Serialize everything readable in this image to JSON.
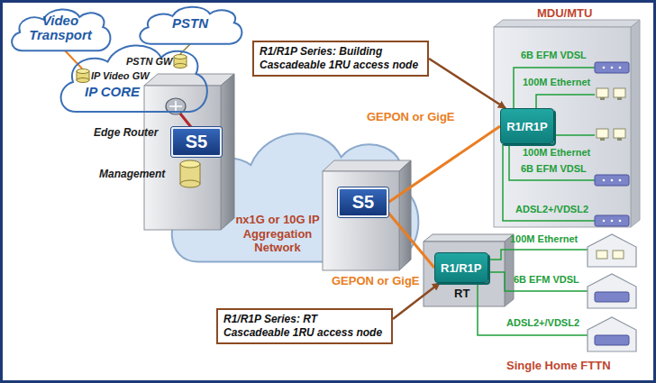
{
  "diagram": {
    "nodes": [
      {
        "text": [
          "Video Transport"
        ]
      },
      {
        "text": [
          "PSTN"
        ]
      },
      {
        "text": [
          "IP CORE"
        ]
      },
      {
        "text": [
          "S5"
        ]
      },
      {
        "text": [
          "S5"
        ]
      },
      {
        "text": [
          "R1/R1P Series: Building Cascadeable 1RU access node"
        ]
      },
      {
        "text": [
          "R1/R1P"
        ]
      },
      {
        "text": [
          "R1/R1P Series: RT Cascadeable 1RU access node"
        ]
      },
      {
        "text": [
          "R1/R1P"
        ]
      }
    ],
    "edges": [
      {
        "from": 4,
        "to": 6,
        "label": "GEPON or GigE",
        "arrow": "none"
      },
      {
        "from": 4,
        "to": 8,
        "label": "GEPON or GigE",
        "arrow": "none"
      },
      {
        "from": 5,
        "to": 6,
        "arrow": "to"
      },
      {
        "from": 7,
        "to": 8,
        "arrow": "to"
      }
    ],
    "labels": [
      "PSTN GW",
      "IP Video GW",
      "Edge Router",
      "Management",
      "nx1G or 10G IP Aggregation Network",
      "MDU/MTU",
      "6B EFM VDSL",
      "100M Ethernet",
      "100M Ethernet",
      "6B EFM VDSL",
      "ADSL2+/VDSL2",
      "RT",
      "100M Ethernet",
      "6B EFM VDSL",
      "ADSL2+/VDSL2",
      "Single Home FTTN"
    ]
  }
}
